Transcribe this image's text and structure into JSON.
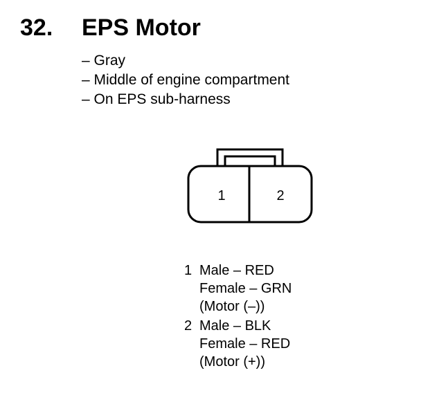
{
  "section": {
    "number": "32.",
    "title": "EPS Motor"
  },
  "details": [
    "– Gray",
    "– Middle of engine compartment",
    "– On EPS sub-harness"
  ],
  "connector": {
    "pin_labels": [
      "1",
      "2"
    ]
  },
  "pins": [
    {
      "number": "1",
      "lines": [
        "Male – RED",
        "Female – GRN",
        "(Motor (–))"
      ]
    },
    {
      "number": "2",
      "lines": [
        "Male – BLK",
        "Female – RED",
        "(Motor (+))"
      ]
    }
  ]
}
